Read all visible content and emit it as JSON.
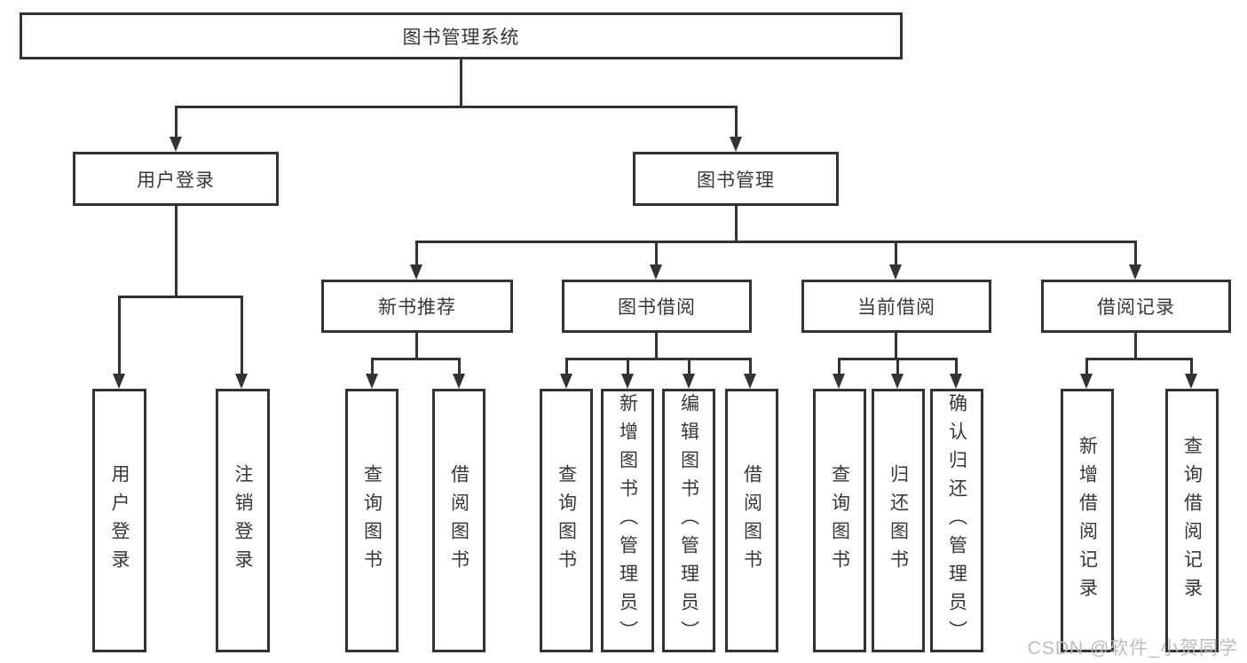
{
  "diagram": {
    "type": "hierarchy-tree",
    "title": "图书管理系统",
    "nodes": {
      "root": "图书管理系统",
      "user_login": "用户登录",
      "book_mgmt": "图书管理",
      "new_book_rec": "新书推荐",
      "book_borrow": "图书借阅",
      "current_borrow": "当前借阅",
      "borrow_record": "借阅记录",
      "ul_login": "用户登录",
      "ul_logout": "注销登录",
      "nb_query": "查询图书",
      "nb_borrow": "借阅图书",
      "bb_query": "查询图书",
      "bb_add": "新增图书（管理员）",
      "bb_edit": "编辑图书（管理员）",
      "bb_borrow": "借阅图书",
      "cb_query": "查询图书",
      "cb_return": "归还图书",
      "cb_confirm": "确认归还（管理员）",
      "br_add": "新增借阅记录",
      "br_query": "查询借阅记录"
    },
    "tree": {
      "图书管理系统": {
        "用户登录": [
          "用户登录",
          "注销登录"
        ],
        "图书管理": {
          "新书推荐": [
            "查询图书",
            "借阅图书"
          ],
          "图书借阅": [
            "查询图书",
            "新增图书（管理员）",
            "编辑图书（管理员）",
            "借阅图书"
          ],
          "当前借阅": [
            "查询图书",
            "归还图书",
            "确认归还（管理员）"
          ],
          "借阅记录": [
            "新增借阅记录",
            "查询借阅记录"
          ]
        }
      }
    }
  },
  "watermark": {
    "text": "CSDN @软件_小贺同学"
  },
  "colors": {
    "line": "#333333",
    "text": "#373737",
    "box_background": "#ffffff",
    "page_background": "#ffffff",
    "watermark": "#b9b9b9"
  }
}
